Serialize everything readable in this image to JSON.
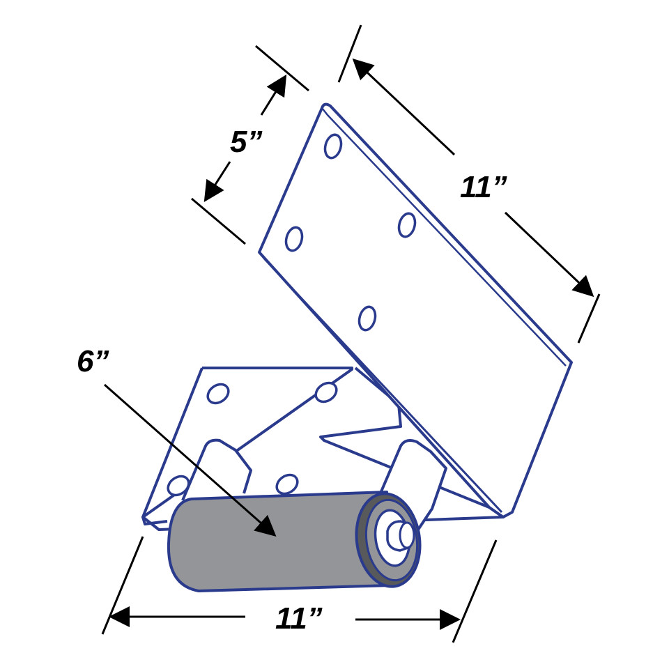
{
  "colors": {
    "outline": "#2a3a8c",
    "roller": "#939598",
    "roller_end": "#58595b",
    "dimension": "#000000",
    "background": "#ffffff"
  },
  "labels": {
    "top_width": "5”",
    "top_length": "11”",
    "roller_diameter": "6”",
    "roller_length": "11”"
  }
}
